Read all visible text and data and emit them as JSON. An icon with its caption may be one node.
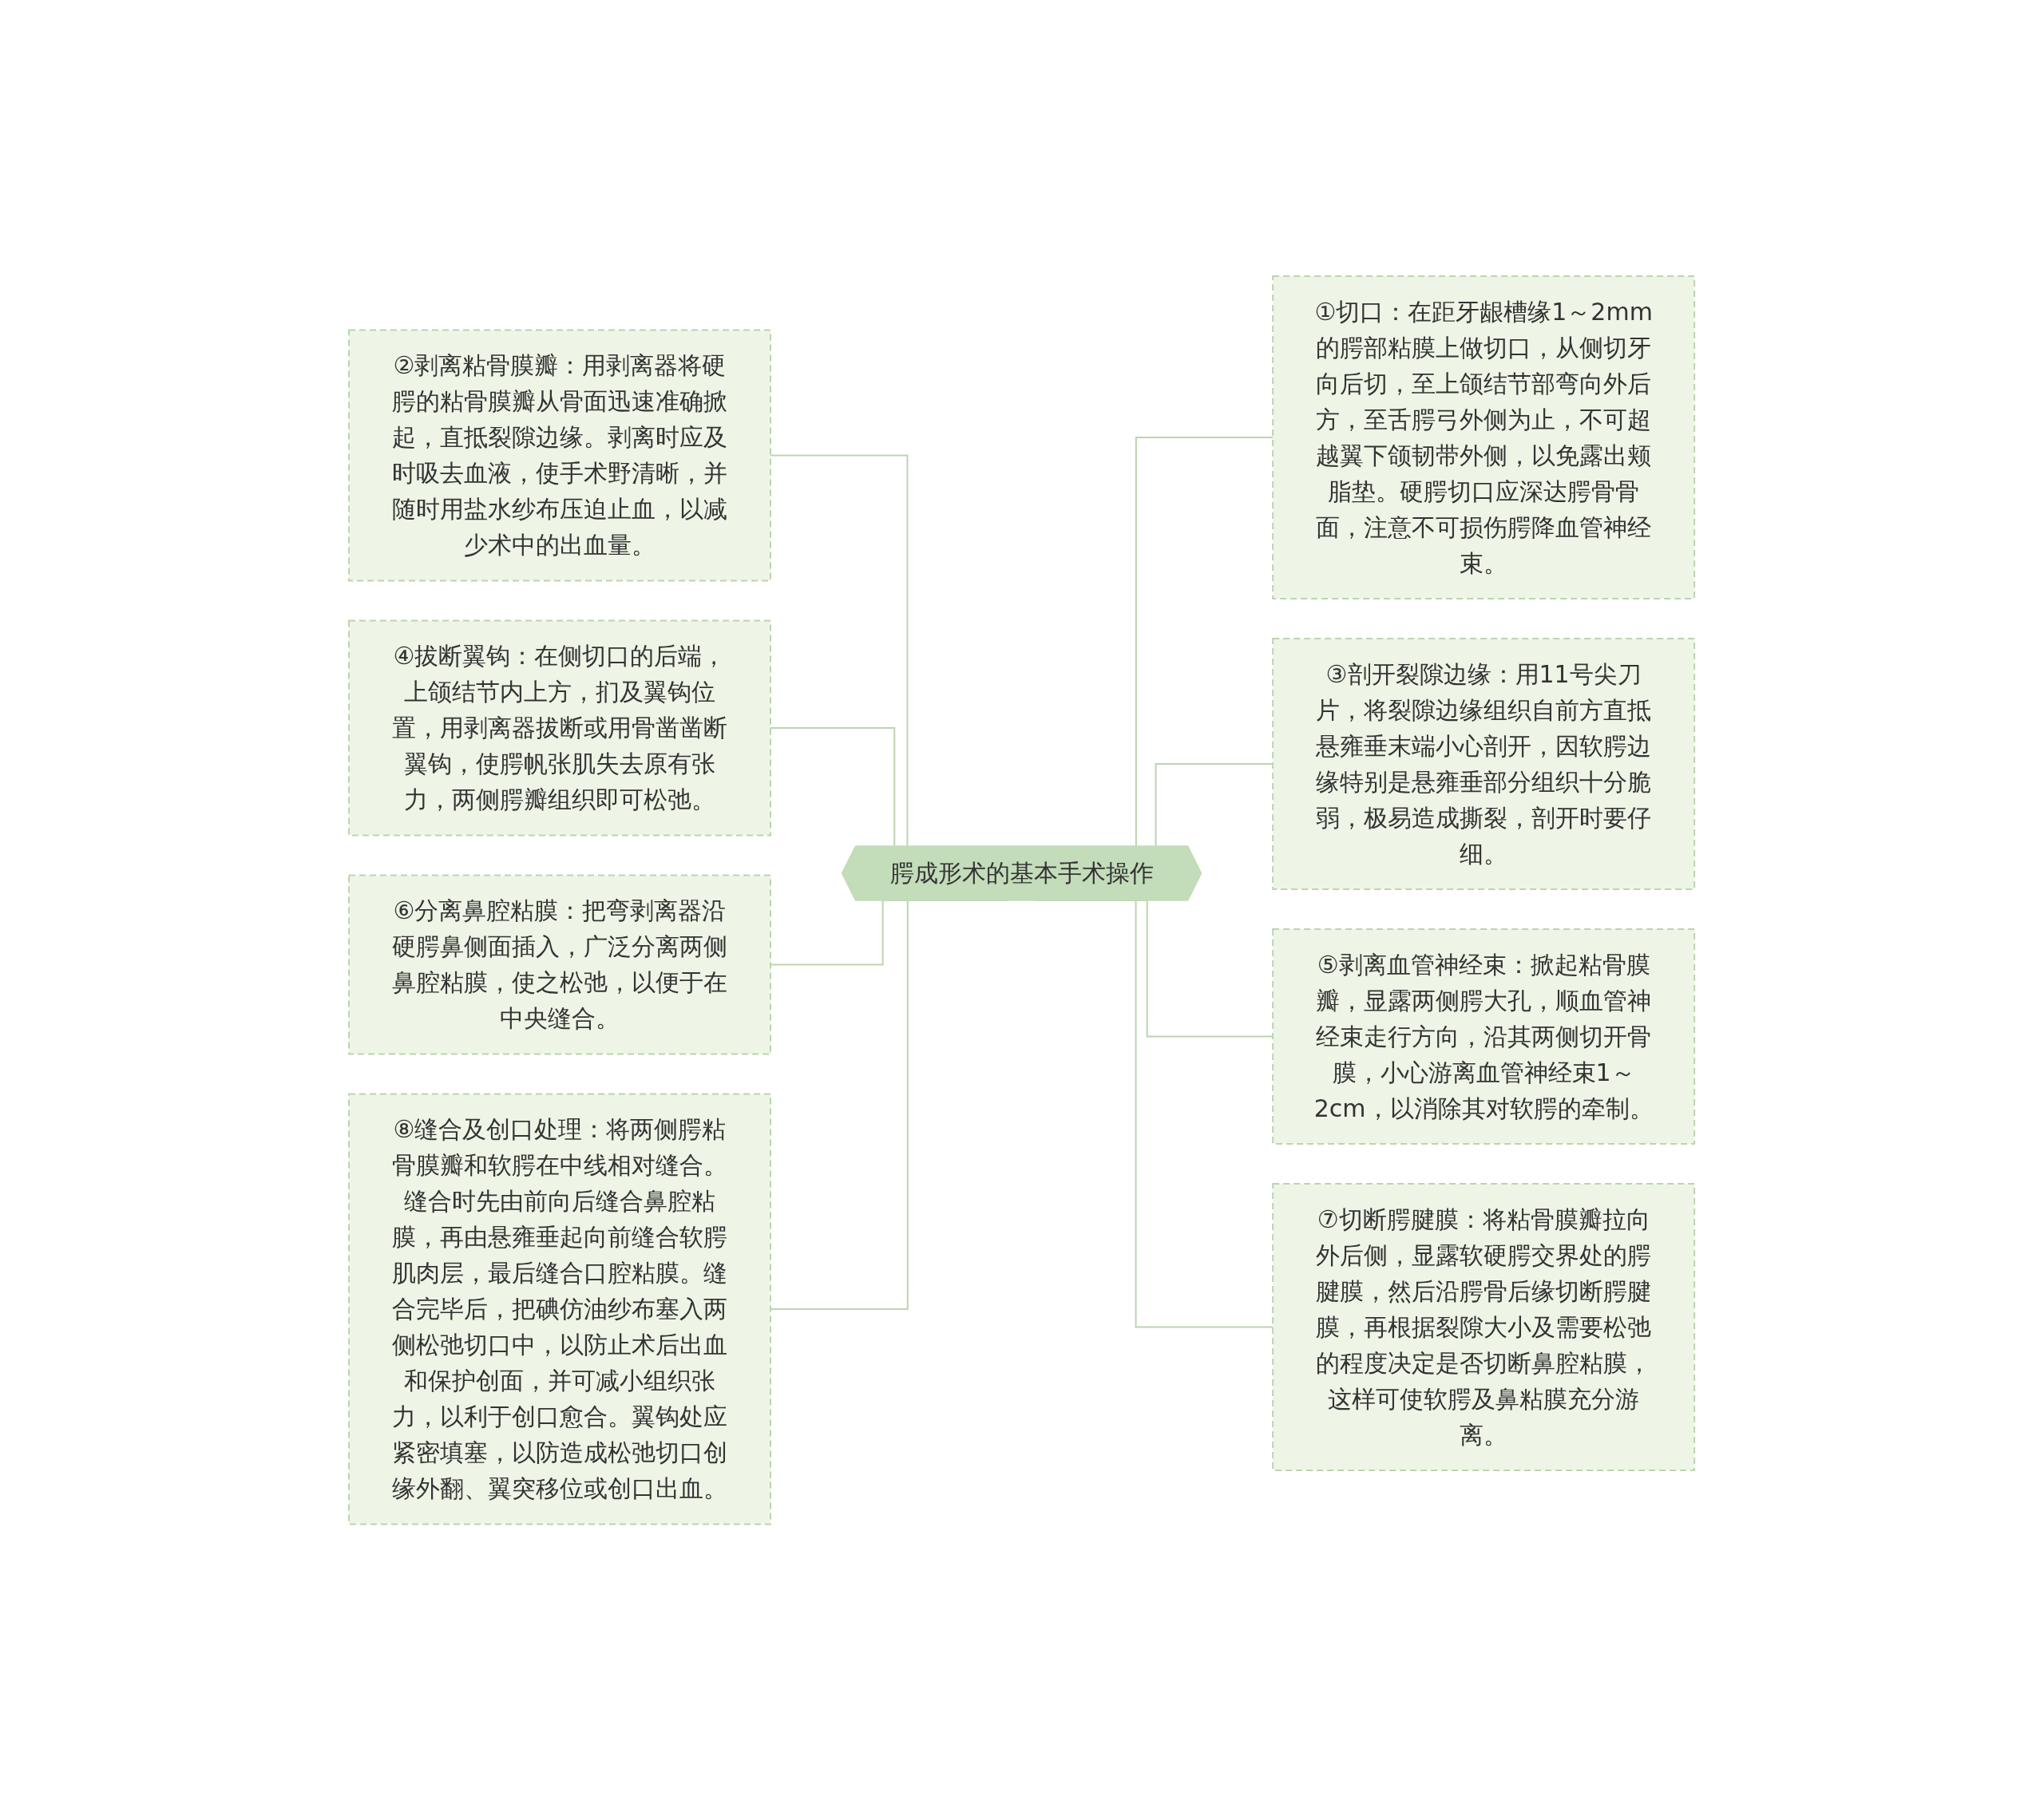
{
  "diagram": {
    "nodes": [
      {
        "text": [
          "腭成形术的基本手术操作"
        ]
      },
      {
        "text": [
          "②剥离粘骨膜瓣：用剥离器将硬腭的粘骨膜瓣从骨面迅速准确掀起，直抵裂隙边缘。剥离时应及时吸去血液，使手术野清晰，并随时用盐水纱布压迫止血，以减少术中的出血量。"
        ]
      },
      {
        "text": [
          "④拔断翼钩：在侧切口的后端，上颌结节内上方，扪及翼钩位置，用剥离器拔断或用骨凿凿断翼钩，使腭帆张肌失去原有张力，两侧腭瓣组织即可松弛。"
        ]
      },
      {
        "text": [
          "⑥分离鼻腔粘膜：把弯剥离器沿硬腭鼻侧面插入，广泛分离两侧鼻腔粘膜，使之松弛，以便于在中央缝合。"
        ]
      },
      {
        "text": [
          "⑧缝合及创口处理：将两侧腭粘骨膜瓣和软腭在中线相对缝合。缝合时先由前向后缝合鼻腔粘膜，再由悬雍垂起向前缝合软腭肌肉层，最后缝合口腔粘膜。缝合完毕后，把碘仿油纱布塞入两侧松弛切口中，以防止术后出血和保护创面，并可减小组织张力，以利于创口愈合。翼钩处应紧密填塞，以防造成松弛切口创缘外翻、翼突移位或创口出血。"
        ]
      },
      {
        "text": [
          "①切口：在距牙龈槽缘1～2mm的腭部粘膜上做切口，从侧切牙向后切，至上颌结节部弯向外后方，至舌腭弓外侧为止，不可超越翼下颌韧带外侧，以免露出颊脂垫。硬腭切口应深达腭骨骨面，注意不可损伤腭降血管神经束。"
        ]
      },
      {
        "text": [
          "③剖开裂隙边缘：用11号尖刀片，将裂隙边缘组织自前方直抵悬雍垂末端小心剖开，因软腭边缘特别是悬雍垂部分组织十分脆弱，极易造成撕裂，剖开时要仔细。"
        ]
      },
      {
        "text": [
          "⑤剥离血管神经束：掀起粘骨膜瓣，显露两侧腭大孔，顺血管神经束走行方向，沿其两侧切开骨膜，小心游离血管神经束1～2cm，以消除其对软腭的牵制。"
        ]
      },
      {
        "text": [
          "⑦切断腭腱膜：将粘骨膜瓣拉向外后侧，显露软硬腭交界处的腭腱膜，然后沿腭骨后缘切断腭腱膜，再根据裂隙大小及需要松弛的程度决定是否切断鼻腔粘膜，这样可使软腭及鼻粘膜充分游离。"
        ]
      }
    ],
    "edges": [
      {
        "from": 0,
        "to": 1,
        "arrow": "none"
      },
      {
        "from": 0,
        "to": 2,
        "arrow": "none"
      },
      {
        "from": 0,
        "to": 3,
        "arrow": "none"
      },
      {
        "from": 0,
        "to": 4,
        "arrow": "none"
      },
      {
        "from": 0,
        "to": 5,
        "arrow": "none"
      },
      {
        "from": 0,
        "to": 6,
        "arrow": "none"
      },
      {
        "from": 0,
        "to": 7,
        "arrow": "none"
      },
      {
        "from": 0,
        "to": 8,
        "arrow": "none"
      }
    ]
  }
}
